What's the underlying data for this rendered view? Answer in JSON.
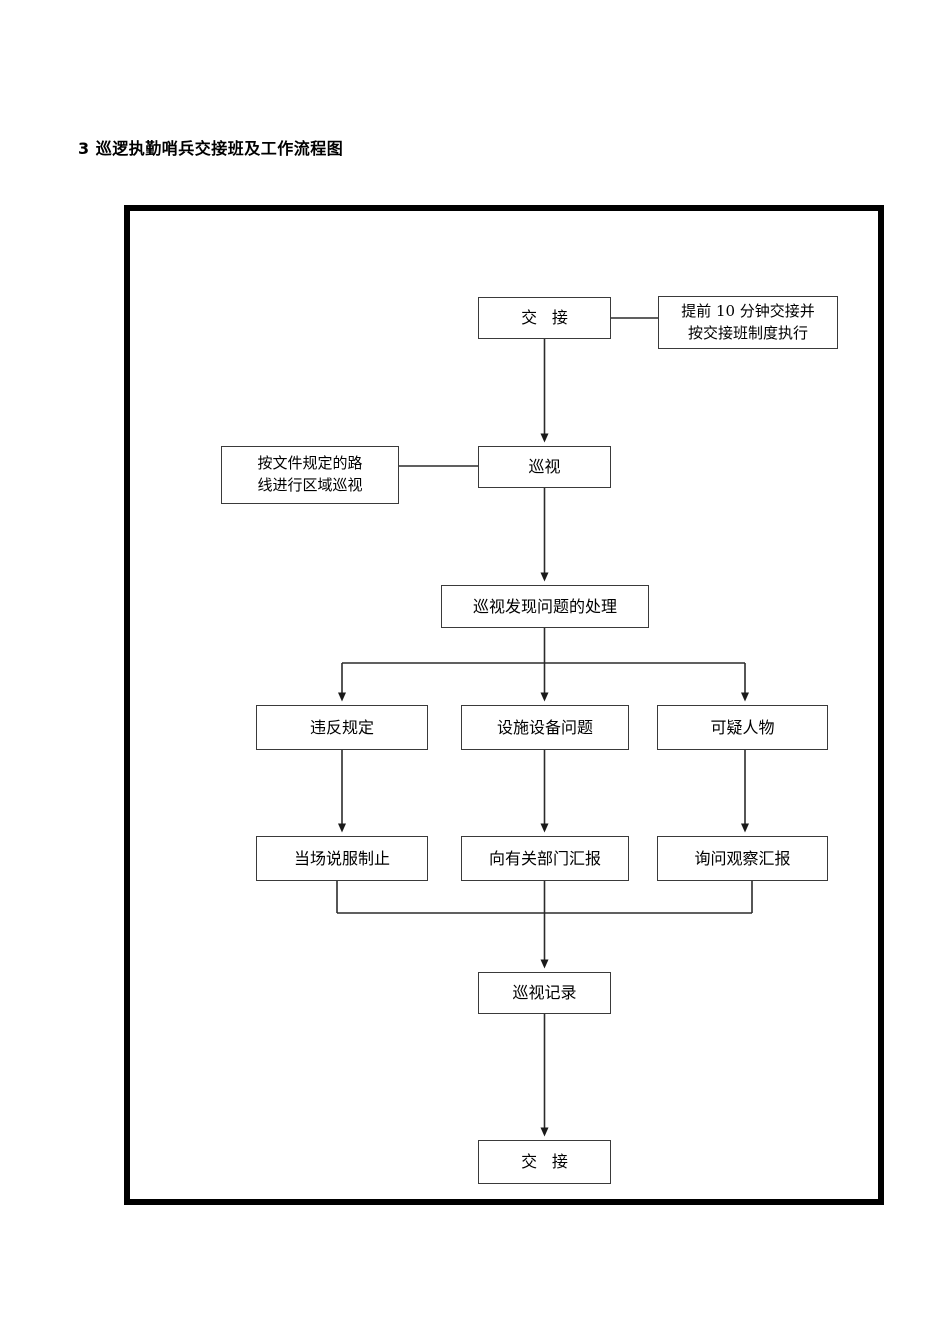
{
  "document": {
    "title": "3 巡逻执勤哨兵交接班及工作流程图"
  },
  "flowchart": {
    "type": "flowchart",
    "orientation": "top-to-bottom",
    "nodes": {
      "handover_top": "交  接",
      "note_handover": "提前 10 分钟交接并\n按交接班制度执行",
      "patrol": "巡视",
      "note_route": "按文件规定的路\n线进行区域巡视",
      "issue_handling": "巡视发现问题的处理",
      "branch_0": "违反规定",
      "branch_1": "设施设备问题",
      "branch_2": "可疑人物",
      "action_0": "当场说服制止",
      "action_1": "向有关部门汇报",
      "action_2": "询问观察汇报",
      "record": "巡视记录",
      "handover_end": "交  接"
    },
    "edges": [
      {
        "from": "handover_top",
        "to": "patrol",
        "style": "arrow"
      },
      {
        "from": "note_handover",
        "to": "handover_top",
        "style": "line"
      },
      {
        "from": "note_route",
        "to": "patrol",
        "style": "line"
      },
      {
        "from": "patrol",
        "to": "issue_handling",
        "style": "arrow"
      },
      {
        "from": "issue_handling",
        "to": "branch_0",
        "style": "arrow"
      },
      {
        "from": "issue_handling",
        "to": "branch_1",
        "style": "arrow"
      },
      {
        "from": "issue_handling",
        "to": "branch_2",
        "style": "arrow"
      },
      {
        "from": "branch_0",
        "to": "action_0",
        "style": "arrow"
      },
      {
        "from": "branch_1",
        "to": "action_1",
        "style": "arrow"
      },
      {
        "from": "branch_2",
        "to": "action_2",
        "style": "arrow"
      },
      {
        "from": "action_0",
        "to": "record",
        "style": "arrow"
      },
      {
        "from": "action_1",
        "to": "record",
        "style": "arrow"
      },
      {
        "from": "action_2",
        "to": "record",
        "style": "arrow"
      },
      {
        "from": "record",
        "to": "handover_end",
        "style": "arrow"
      }
    ]
  },
  "colors": {
    "page_background": "#ffffff",
    "frame_border": "#000000",
    "node_border": "#3a3a3a",
    "connector": "#2b2b2b",
    "text": "#000000"
  }
}
